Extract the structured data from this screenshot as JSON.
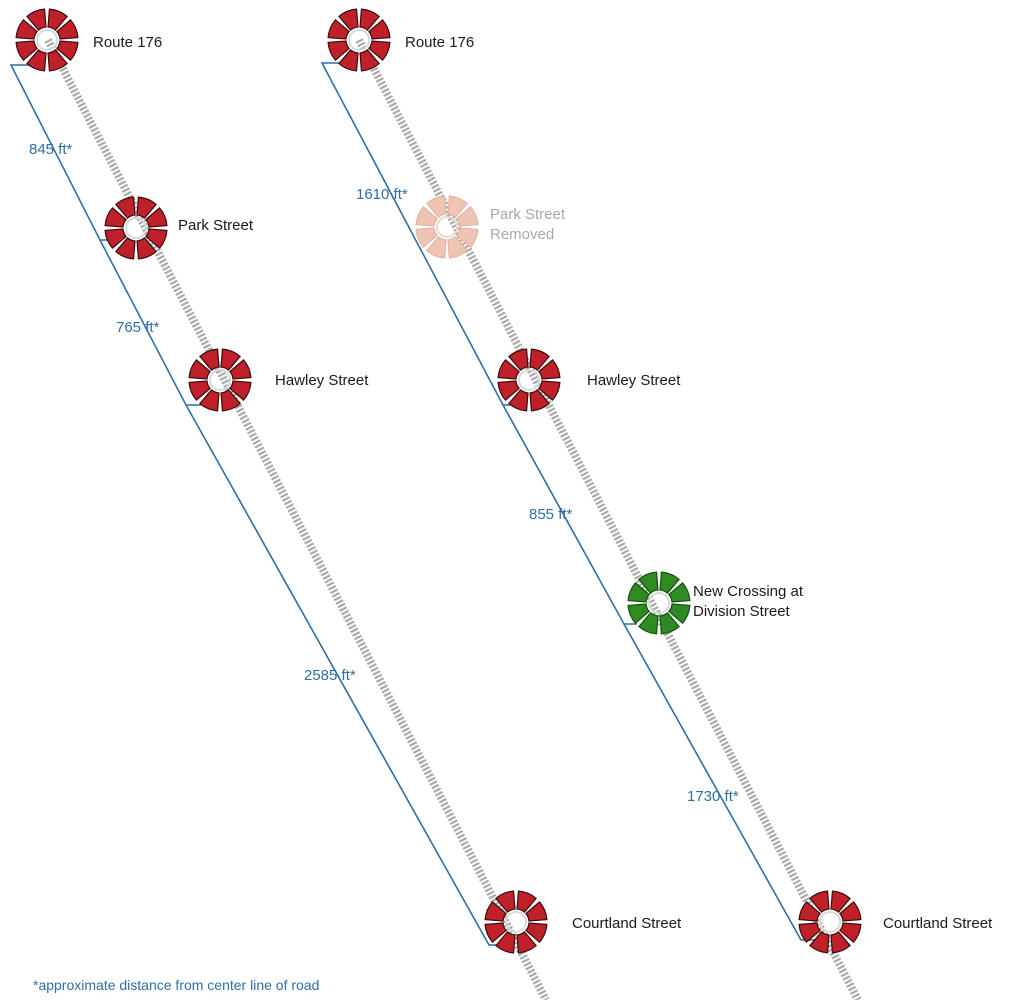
{
  "diagram": {
    "columns": [
      {
        "crossings": [
          {
            "label": "Route 176",
            "status": "existing"
          },
          {
            "label": "Park Street",
            "status": "existing"
          },
          {
            "label": "Hawley Street",
            "status": "existing"
          },
          {
            "label": "Courtland Street",
            "status": "existing"
          }
        ],
        "distances": [
          "845 ft*",
          "765 ft*",
          "2585 ft*"
        ]
      },
      {
        "crossings": [
          {
            "label": "Route 176",
            "status": "existing"
          },
          {
            "label": "Park Street\nRemoved",
            "status": "removed"
          },
          {
            "label": "Hawley Street",
            "status": "existing"
          },
          {
            "label": "New Crossing at\nDivision Street",
            "status": "new"
          },
          {
            "label": "Courtland Street",
            "status": "existing"
          }
        ],
        "distances": [
          "1610 ft*",
          "855 ft*",
          "1730 ft*"
        ]
      }
    ],
    "footnote": "*approximate distance from center line of road",
    "colors": {
      "existing": "#c0202a",
      "removed": "#f0c4b4",
      "new": "#2e8b22",
      "dimension_line": "#2f6fa6",
      "track": "#a9a9a9"
    },
    "icons": {
      "crossing": "railroad-crossing-icon"
    }
  }
}
